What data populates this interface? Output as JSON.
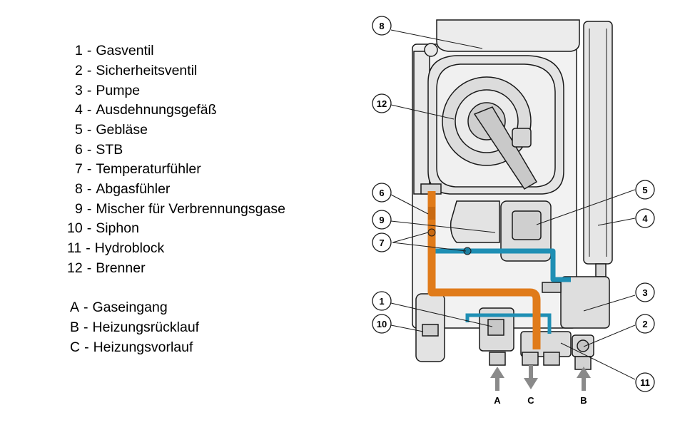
{
  "legend": {
    "components": [
      {
        "num": "1",
        "label": "Gasventil"
      },
      {
        "num": "2",
        "label": "Sicherheitsventil"
      },
      {
        "num": "3",
        "label": "Pumpe"
      },
      {
        "num": "4",
        "label": "Ausdehnungsgefäß"
      },
      {
        "num": "5",
        "label": "Gebläse"
      },
      {
        "num": "6",
        "label": "STB"
      },
      {
        "num": "7",
        "label": "Temperaturfühler"
      },
      {
        "num": "8",
        "label": "Abgasfühler"
      },
      {
        "num": "9",
        "label": "Mischer für Verbrennungsgase"
      },
      {
        "num": "10",
        "label": "Siphon"
      },
      {
        "num": "11",
        "label": "Hydroblock"
      },
      {
        "num": "12",
        "label": "Brenner"
      }
    ],
    "connections": [
      {
        "num": "A",
        "label": "Gaseingang"
      },
      {
        "num": "B",
        "label": "Heizungsrücklauf"
      },
      {
        "num": "C",
        "label": "Heizungsvorlauf"
      }
    ],
    "separator": "-"
  },
  "diagram": {
    "callouts": [
      "8",
      "12",
      "6",
      "9",
      "7",
      "1",
      "10",
      "5",
      "4",
      "3",
      "2",
      "11"
    ],
    "ports": [
      "A",
      "C",
      "B"
    ],
    "colors": {
      "outline": "#1a1a1a",
      "body_fill": "#f2f2f2",
      "part_fill": "#e2e2e2",
      "flow_pipe": "#e07b1a",
      "return_pipe": "#1f8fb4",
      "arrow": "#8a8a8a"
    }
  }
}
